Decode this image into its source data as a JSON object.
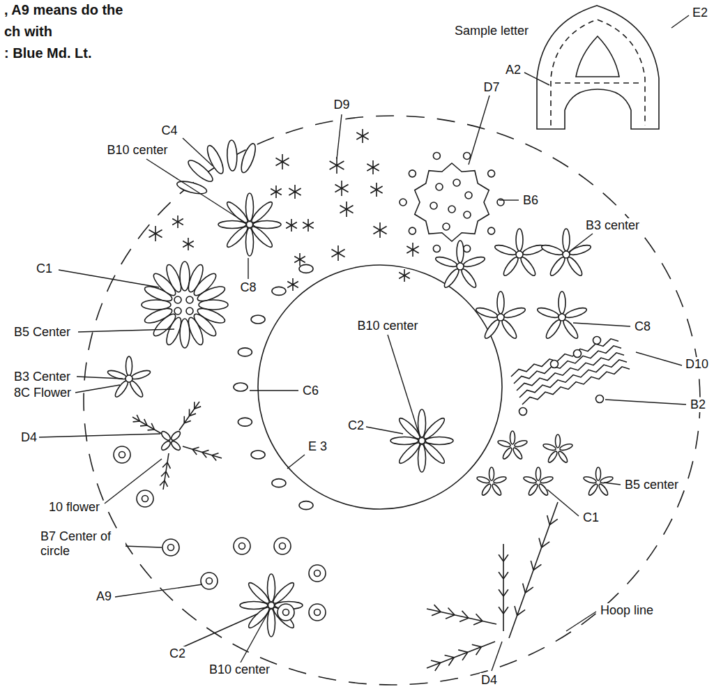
{
  "diagram": {
    "labels": [
      ", A9 means do the",
      "ch with",
      ": Blue Md. Lt.",
      "Sample letter",
      "E2",
      "A2",
      "D9",
      "D7",
      "C4",
      "B10 center",
      "B6",
      "B3 center",
      "C1",
      "C8",
      "C8",
      "B5 Center",
      "D10",
      "B3 Center",
      "8C Flower",
      "C6",
      "B2",
      "D4",
      "E 3",
      "B10 center",
      "B5 center",
      "10 flower",
      "C1",
      "C2",
      "B7 Center of circle",
      "A9",
      "Hoop line",
      "C2",
      "B10 center",
      "D4"
    ]
  }
}
